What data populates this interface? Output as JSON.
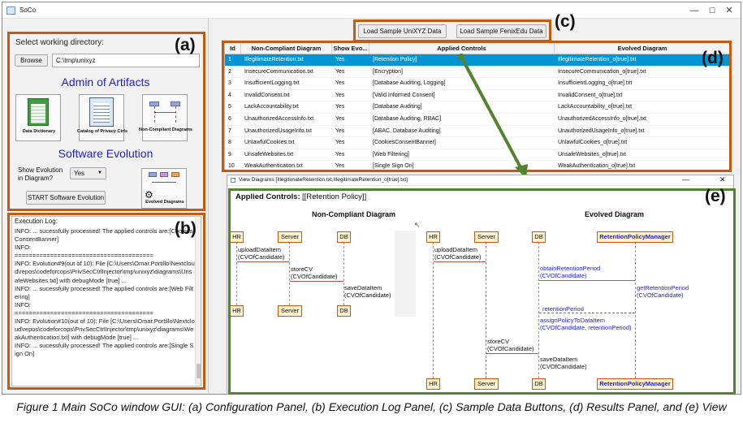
{
  "window": {
    "title": "SoCo",
    "min": "—",
    "max": "☐",
    "close": "✕"
  },
  "config": {
    "working_dir_label": "Select working directory:",
    "browse_label": "Browse",
    "dir_value": "C:\\tmp\\unixyz",
    "admin_heading": "Admin of Artifacts",
    "tiles": [
      {
        "label": "Data Dictionary",
        "icon": "data-dictionary-icon"
      },
      {
        "label": "Catalog of Privacy Ctrls",
        "icon": "catalog-icon"
      },
      {
        "label": "Non-Compliant Diagrams",
        "icon": "diagram-icon"
      }
    ],
    "evolution_heading": "Software Evolution",
    "show_evolution_label": "Show Evolution in Diagram?",
    "show_evolution_value": "Yes",
    "start_label": "START Software Evolution",
    "evolved_label": "Evolved Diagrams"
  },
  "log": {
    "title": "Execution Log:",
    "text": "INFO: ... sucessfully processed! The applied controls are:[CookiesConsentBanner]\nINFO:\n=======================================\nINFO: Evolution#9(out of 10): File [C:\\Users\\Omar.Portillo\\Nextcloud\\repos\\codeforcops\\PrivSecCtrlInjector\\tmp\\unixyz\\diagrams\\UnsafeWebsites.txt] with debugMode [true] ...\nINFO: ... sucessfully processed! The applied controls are:[Web Filtering]\nINFO:\n=======================================\nINFO: Evolution#10(out of 10): File [C:\\Users\\Omar.Portillo\\Nextcloud\\repos\\codeforcops\\PrivSecCtrlInjector\\tmp\\unixyz\\diagrams\\WeakAuthentication.txt] with debugMode [true] ...\nINFO: ... sucessfully processed! The applied controls are:[Single Sign On]"
  },
  "sample_buttons": {
    "unixyz": "Load Sample UniXYZ Data",
    "fenix": "Load Sample FenixEdu Data"
  },
  "table": {
    "headers": [
      "Id",
      "Non-Compliant Diagram",
      "Show Evo...",
      "Applied Controls",
      "Evolved Diagram"
    ],
    "rows": [
      [
        "1",
        "IllegitimateRetention.txt",
        "Yes",
        "[Retention Policy]",
        "IllegitimateRetention_o[true].txt"
      ],
      [
        "2",
        "InsecureCommunication.txt",
        "Yes",
        "[Encryption]",
        "InsecureCommunication_o[true].txt"
      ],
      [
        "3",
        "InsufficientLogging.txt",
        "Yes",
        "[Database Auditing, Logging]",
        "InsufficientLogging_o[true].txt"
      ],
      [
        "4",
        "InvalidConsent.txt",
        "Yes",
        "[Valid Informed Consent]",
        "InvalidConsent_o[true].txt"
      ],
      [
        "5",
        "LackAccountability.txt",
        "Yes",
        "[Database Auditing]",
        "LackAccountability_o[true].txt"
      ],
      [
        "6",
        "UnauthorizedAccessInfo.txt",
        "Yes",
        "[Database Auditing, RBAC]",
        "UnauthorizedAccessInfo_o[true].txt"
      ],
      [
        "7",
        "UnauthorizedUsageInfo.txt",
        "Yes",
        "[ABAC, Database Auditing]",
        "UnauthorizedUsageInfo_o[true].txt"
      ],
      [
        "8",
        "UnlawfulCookies.txt",
        "Yes",
        "[CookiesConsentBanner]",
        "UnlawfulCookies_o[true].txt"
      ],
      [
        "9",
        "UnsafeWebsites.txt",
        "Yes",
        "[Web Filtering]",
        "UnsafeWebsites_o[true].txt"
      ],
      [
        "10",
        "WeakAuthentication.txt",
        "Yes",
        "[Single Sign On]",
        "WeakAuthentication_o[true].txt"
      ]
    ]
  },
  "view": {
    "title": "View Diagrams [IllegitimateRetention.txt,IllegitimateRetention_o[true].txt]",
    "applied_label": "Applied Controls:",
    "applied_value": "[[Retention Policy]]",
    "noncompliant_title": "Non-Compliant Diagram",
    "evolved_title": "Evolved Diagram",
    "participants": {
      "hr": "HR",
      "server": "Server",
      "db": "DB",
      "rpm": "RetentionPolicyManager"
    },
    "nc_messages": [
      "uploadDataItem\n(CVOfCandidate)",
      "storeCV\n(CVOfCandidate)",
      "saveDataItem\n(CVOfCandidate)"
    ],
    "ev_messages": [
      "uploadDataItem\n(CVOfCandidate)",
      "obtainRetentionPeriod\n(CVOfCandidate)",
      "getRetentionPeriod\n(CVOfCandidate)",
      "retentionPeriod",
      "assignPolicyToDataItem\n(CVOfCandidate, retentionPeriod)",
      "storeCV\n(CVOfCandidate)",
      "saveDataItem\n(CVOfCandidate)"
    ]
  },
  "callouts": {
    "a": "(a)",
    "b": "(b)",
    "c": "(c)",
    "d": "(d)",
    "e": "(e)"
  },
  "caption": "Figure 1 Main SoCo window GUI: (a) Configuration Panel, (b) Execution Log Panel, (c) Sample Data Buttons, (d) Results Panel, and (e) View",
  "colors": {
    "annotation": "#c55a11",
    "view_frame": "#548235",
    "selection": "#0096d6",
    "heading": "#1f1fd0"
  }
}
